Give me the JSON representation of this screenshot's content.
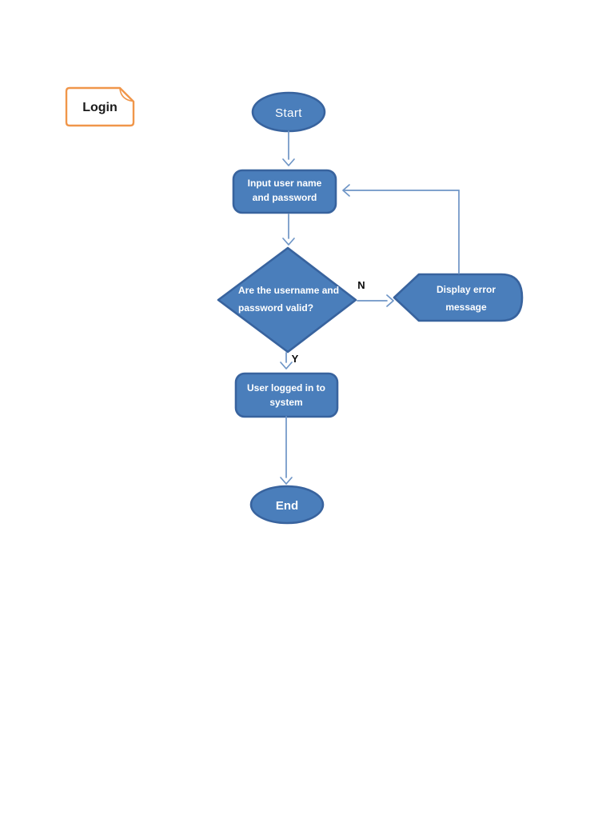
{
  "page": {
    "background": "#ffffff"
  },
  "colors": {
    "node_fill": "#4a7ebb",
    "node_border": "#38639e",
    "connector": "#6e95c6",
    "node_text": "#ffffff",
    "branch_label_text": "#0a0a0a",
    "login_tag_border": "#f0964a",
    "login_tag_text": "#1a1a1a"
  },
  "login_tag": {
    "label": "Login"
  },
  "flowchart": {
    "nodes": {
      "start": {
        "shape": "oval",
        "label": "Start"
      },
      "input": {
        "shape": "rounded-rectangle",
        "line1": "Input user name",
        "line2": "and password"
      },
      "decision": {
        "shape": "diamond",
        "line1": "Are the username and",
        "line2": "password valid?"
      },
      "error": {
        "shape": "left-point-pentagon",
        "line1": "Display error",
        "line2": "message"
      },
      "logged_in": {
        "shape": "rounded-rectangle",
        "line1": "User logged in to",
        "line2": "system"
      },
      "end": {
        "shape": "oval",
        "label": "End"
      }
    },
    "branch_labels": {
      "no": "N",
      "yes": "Y"
    },
    "edges": [
      {
        "from": "start",
        "to": "input"
      },
      {
        "from": "input",
        "to": "decision"
      },
      {
        "from": "decision",
        "to": "error",
        "label": "N"
      },
      {
        "from": "decision",
        "to": "logged_in",
        "label": "Y"
      },
      {
        "from": "error",
        "to": "input"
      },
      {
        "from": "logged_in",
        "to": "end"
      }
    ]
  }
}
